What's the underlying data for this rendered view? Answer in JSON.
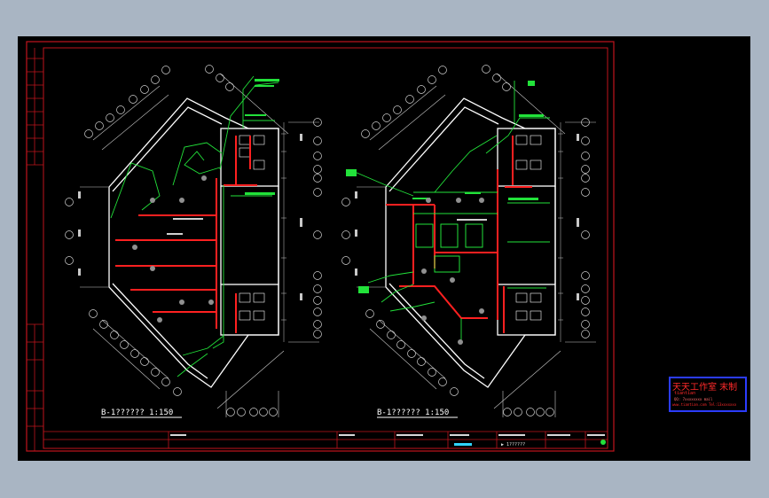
{
  "plans": {
    "left_title": "B-1?????? 1:150",
    "right_title": "B-1?????? 1:150"
  },
  "stamp": {
    "line1": "天天工作室 末制",
    "line2": "tiantian",
    "line3": "QQ: 7xxxxxxxx  mail",
    "line4": "www.tiantian.com  Tel:13xxxxxxx"
  },
  "title_block": {
    "sheet_no": "▶ 1??????"
  },
  "colors": {
    "border": "#c0151d",
    "wall": "#ffffff",
    "pipe_red": "#ff2020",
    "pipe_green": "#22e23a",
    "grid": "#c8c8c8",
    "stamp_border": "#2b3cff"
  }
}
